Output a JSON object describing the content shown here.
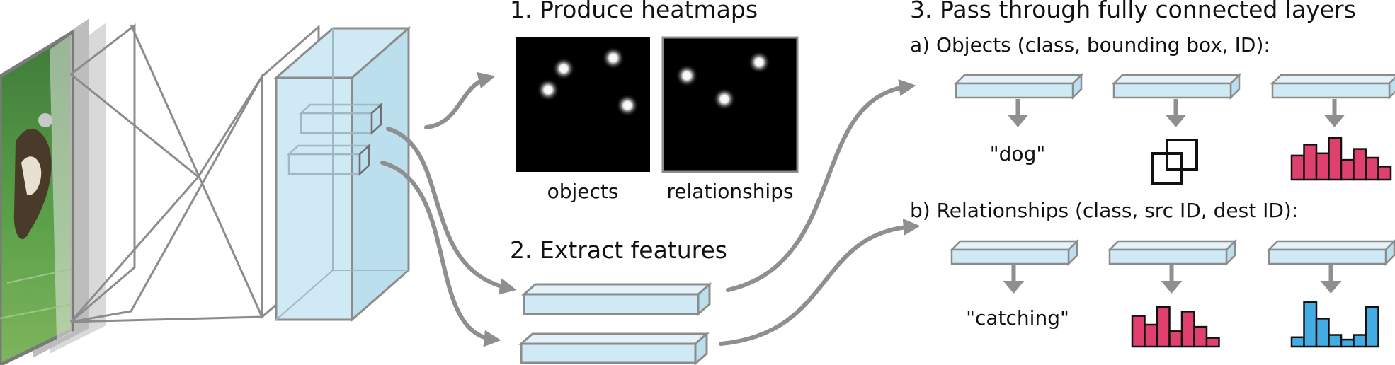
{
  "colors": {
    "stroke_gray": "#8c8c8c",
    "arrow_gray": "#8f8f8f",
    "box_fill": "#cfe9f5",
    "pink_bars": "#e0406e",
    "blue_bars": "#43ace3",
    "heatmap_bg": "#000000"
  },
  "steps": {
    "heatmaps": {
      "title": "1. Produce heatmaps",
      "captions": [
        "objects",
        "relationships"
      ],
      "objects_spot_count": 4,
      "relationships_spot_count": 3
    },
    "features": {
      "title": "2. Extract features"
    },
    "fully_connected": {
      "title": "3. Pass through fully connected layers",
      "objects": {
        "label": "a) Objects (class, bounding box, ID):",
        "class_output": "\"dog\""
      },
      "relationships": {
        "label": "b) Relationships (class, src ID, dest ID):",
        "class_output": "\"catching\""
      }
    }
  },
  "histograms": {
    "object_id": [
      0.55,
      0.8,
      0.6,
      0.95,
      0.45,
      0.7,
      0.5,
      0.3
    ],
    "relationship_src_id": [
      0.7,
      0.5,
      0.9,
      0.35,
      0.8,
      0.45,
      0.2
    ],
    "relationship_dest_id": [
      0.2,
      0.95,
      0.6,
      0.25,
      0.15,
      0.25,
      0.85
    ]
  },
  "icons": {
    "photo": "dog-catching-frisbee-photo",
    "network": "convolutional-network-icon",
    "bbox": "bounding-box-icon"
  }
}
